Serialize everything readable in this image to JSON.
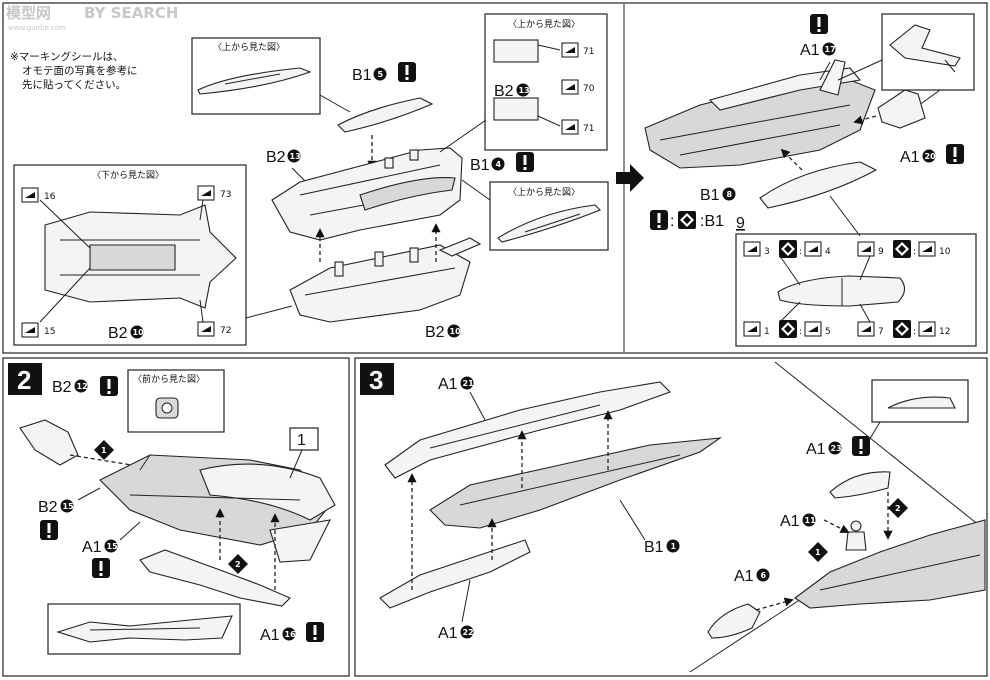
{
  "watermark": {
    "brand": "模型网",
    "search": "BY SEARCH",
    "url": "www.gunbe.com"
  },
  "step1": {
    "note": [
      "※マーキングシールは、",
      "オモテ面の写真を参考に",
      "先に貼ってください。"
    ],
    "views": {
      "top": "〈上から見た図〉",
      "bottom": "〈下から見た図〉"
    },
    "labels": {
      "b1_5": "B1",
      "b1_5_n": "5",
      "b2_13a": "B2",
      "b2_13a_n": "13",
      "b2_13b": "B2",
      "b2_13b_n": "13",
      "b1_4": "B1",
      "b1_4_n": "4",
      "b2_10a": "B2",
      "b2_10a_n": "10",
      "b2_10b": "B2",
      "b2_10b_n": "10"
    },
    "stickers": {
      "s16": "16",
      "s15": "15",
      "s73": "73",
      "s72": "72",
      "s71a": "71",
      "s70": "70",
      "s71b": "71"
    }
  },
  "step1b": {
    "labels": {
      "a1_17": "A1",
      "a1_17_n": "17",
      "a1_20": "A1",
      "a1_20_n": "20",
      "b1_8": "B1",
      "b1_8_n": "8",
      "b1_9": ":B1",
      "b1_9_n": "9"
    },
    "sticker_pairs": [
      {
        "a": "3",
        "b": "4"
      },
      {
        "a": "9",
        "b": "10"
      },
      {
        "a": "1",
        "b": "5"
      },
      {
        "a": "7",
        "b": "12"
      }
    ]
  },
  "step2": {
    "number": "2",
    "subview": "〈前から見た図〉",
    "labels": {
      "b2_12": "B2",
      "b2_12_n": "12",
      "b2_15": "B2",
      "b2_15_n": "15",
      "a1_15": "A1",
      "a1_15_n": "15",
      "a1_16": "A1",
      "a1_16_n": "16",
      "ref": "1"
    },
    "order": [
      "1",
      "2"
    ]
  },
  "step3": {
    "number": "3",
    "labels": {
      "a1_21": "A1",
      "a1_21_n": "21",
      "b1_1": "B1",
      "b1_1_n": "1",
      "a1_22": "A1",
      "a1_22_n": "22",
      "a1_23": "A1",
      "a1_23_n": "23",
      "a1_11": "A1",
      "a1_11_n": "11",
      "a1_6": "A1",
      "a1_6_n": "6"
    },
    "order": [
      "1",
      "2"
    ]
  }
}
